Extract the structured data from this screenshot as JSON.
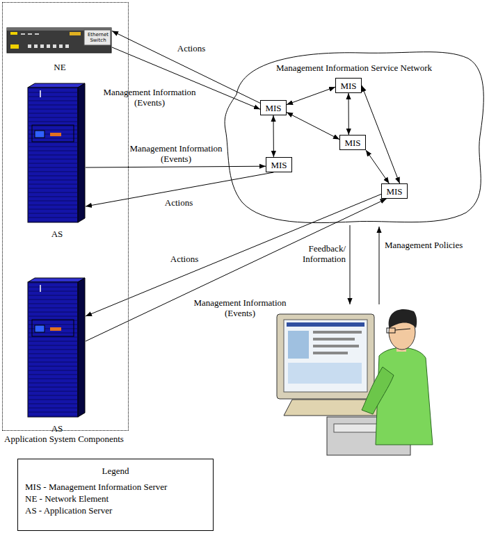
{
  "diagram": {
    "nodes": [
      {
        "text": [
          "Application System Components"
        ]
      },
      {
        "text": [
          "Ethernet Switch",
          "NE"
        ],
        "in": 0
      },
      {
        "text": [
          "AS"
        ],
        "in": 0
      },
      {
        "text": [
          "AS"
        ],
        "in": 0
      },
      {
        "text": [
          "Management Information Service Network"
        ]
      },
      {
        "text": [
          "MIS"
        ],
        "in": 4
      },
      {
        "text": [
          "MIS"
        ],
        "in": 4
      },
      {
        "text": [
          "MIS"
        ],
        "in": 4
      },
      {
        "text": [
          "MIS"
        ],
        "in": 4
      },
      {
        "text": [
          "MIS"
        ],
        "in": 4
      },
      {
        "text": [
          "Legend",
          "MIS - Management Information Server",
          "NE - Network Element",
          "AS - Application Server"
        ]
      }
    ],
    "edges": [
      {
        "from": 5,
        "to": 1,
        "arrow": "to",
        "label": "Actions"
      },
      {
        "from": 1,
        "to": 5,
        "arrow": "to",
        "label": "Management Information (Events)"
      },
      {
        "from": 2,
        "to": 8,
        "arrow": "to",
        "label": "Management Information (Events)"
      },
      {
        "from": 8,
        "to": 2,
        "arrow": "to",
        "label": "Actions"
      },
      {
        "from": 9,
        "to": 3,
        "arrow": "to",
        "label": "Actions"
      },
      {
        "from": 3,
        "to": 9,
        "arrow": "to",
        "label": "Management Information (Events)"
      },
      {
        "from": 5,
        "to": 6,
        "arrow": "both"
      },
      {
        "from": 5,
        "to": 8,
        "arrow": "both"
      },
      {
        "from": 5,
        "to": 7,
        "arrow": "both"
      },
      {
        "from": 6,
        "to": 7,
        "arrow": "both"
      },
      {
        "from": 7,
        "to": 9,
        "arrow": "both"
      },
      {
        "from": 6,
        "to": 9,
        "arrow": "both"
      }
    ],
    "labels": [
      "Feedback/ Information",
      "Management Policies"
    ]
  }
}
